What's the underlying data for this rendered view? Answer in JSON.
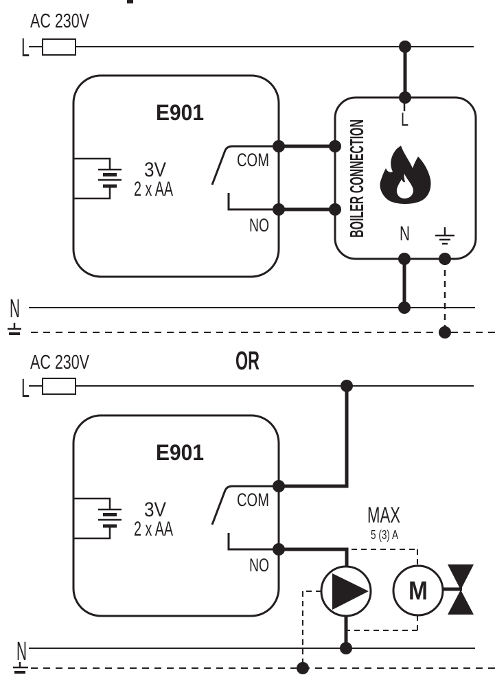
{
  "canvas": {
    "ink_color": "#231f20",
    "background_color": "#ffffff"
  },
  "separator_label": "OR",
  "diagram_top": {
    "supply_label": "AC 230V",
    "live_label": "L",
    "neutral_label": "N",
    "thermostat": {
      "model": "E901",
      "battery_voltage": "3V",
      "battery_cells": "2 x AA",
      "com_label": "COM",
      "no_label": "NO"
    },
    "boiler": {
      "panel_title": "BOILER CONNECTION",
      "live_label": "L",
      "neutral_label": "N"
    }
  },
  "diagram_bottom": {
    "supply_label": "AC 230V",
    "live_label": "L",
    "neutral_label": "N",
    "thermostat": {
      "model": "E901",
      "battery_voltage": "3V",
      "battery_cells": "2 x AA",
      "com_label": "COM",
      "no_label": "NO"
    },
    "load": {
      "max_label": "MAX",
      "current_rating": "5 (3) A",
      "motor_label": "M"
    }
  }
}
